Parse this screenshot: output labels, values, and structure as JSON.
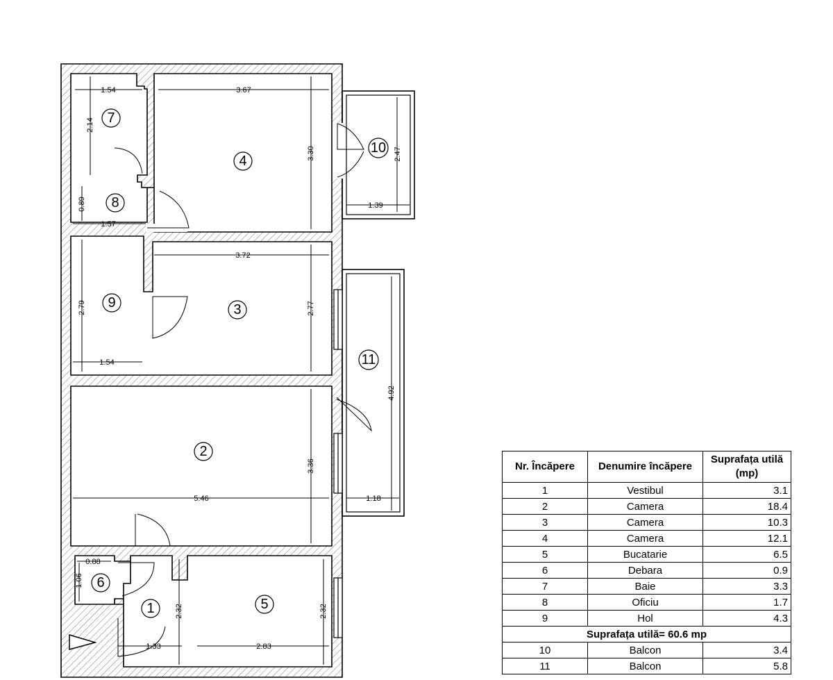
{
  "entrance_icon": "entrance-arrow-icon",
  "rooms": [
    {
      "n": "1"
    },
    {
      "n": "2"
    },
    {
      "n": "3"
    },
    {
      "n": "4"
    },
    {
      "n": "5"
    },
    {
      "n": "6"
    },
    {
      "n": "7"
    },
    {
      "n": "8"
    },
    {
      "n": "9"
    },
    {
      "n": "10"
    },
    {
      "n": "11"
    }
  ],
  "dimensions": [
    "1.54",
    "2.14",
    "3.67",
    "3.30",
    "2.47",
    "1.39",
    "0.89",
    "1.57",
    "3.72",
    "2.77",
    "2.79",
    "1.54",
    "4.92",
    "3.36",
    "5.46",
    "1.18",
    "0.88",
    "1.06",
    "2.32",
    "2.32",
    "1.33",
    "2.83"
  ],
  "table": {
    "headers": [
      "Nr. Încăpere",
      "Denumire încăpere",
      "Suprafața utilă (mp)"
    ],
    "rows": [
      {
        "nr": "1",
        "name": "Vestibul",
        "area": "3.1"
      },
      {
        "nr": "2",
        "name": "Camera",
        "area": "18.4"
      },
      {
        "nr": "3",
        "name": "Camera",
        "area": "10.3"
      },
      {
        "nr": "4",
        "name": "Camera",
        "area": "12.1"
      },
      {
        "nr": "5",
        "name": "Bucatarie",
        "area": "6.5"
      },
      {
        "nr": "6",
        "name": "Debara",
        "area": "0.9"
      },
      {
        "nr": "7",
        "name": "Baie",
        "area": "3.3"
      },
      {
        "nr": "8",
        "name": "Oficiu",
        "area": "1.7"
      },
      {
        "nr": "9",
        "name": "Hol",
        "area": "4.3"
      }
    ],
    "total": "Suprafața utilă= 60.6 mp",
    "balcony_rows": [
      {
        "nr": "10",
        "name": "Balcon",
        "area": "3.4"
      },
      {
        "nr": "11",
        "name": "Balcon",
        "area": "5.8"
      }
    ]
  }
}
